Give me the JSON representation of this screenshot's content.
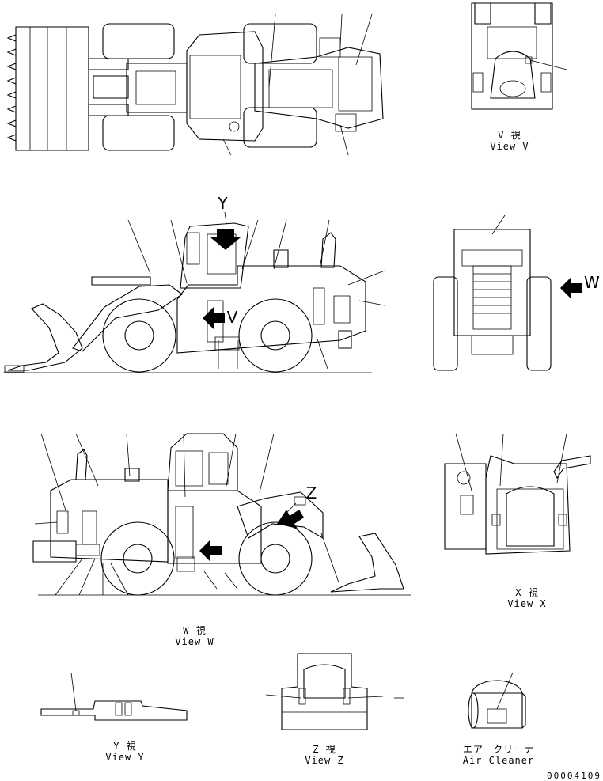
{
  "views": {
    "v": {
      "jp": "V 視",
      "en": "View V"
    },
    "w": {
      "jp": "W 視",
      "en": "View W"
    },
    "x": {
      "jp": "X 視",
      "en": "View X"
    },
    "y": {
      "jp": "Y 視",
      "en": "View Y"
    },
    "z": {
      "jp": "Z 視",
      "en": "View Z"
    },
    "air_cleaner": {
      "jp": "エアークリーナ",
      "en": "Air Cleaner"
    }
  },
  "markers": {
    "y": "Y",
    "v": "V",
    "w": "W",
    "z": "Z"
  },
  "document_number": "00004109"
}
